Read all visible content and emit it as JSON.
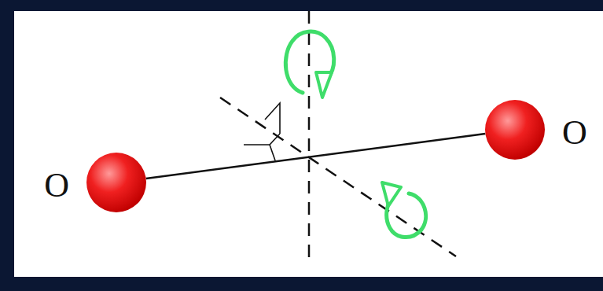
{
  "diagram": {
    "nodes": [
      {
        "text": [
          "O"
        ]
      },
      {
        "text": [
          "O"
        ]
      }
    ],
    "edges": [
      {
        "from": 0,
        "to": 1,
        "arrow": "none"
      }
    ]
  }
}
